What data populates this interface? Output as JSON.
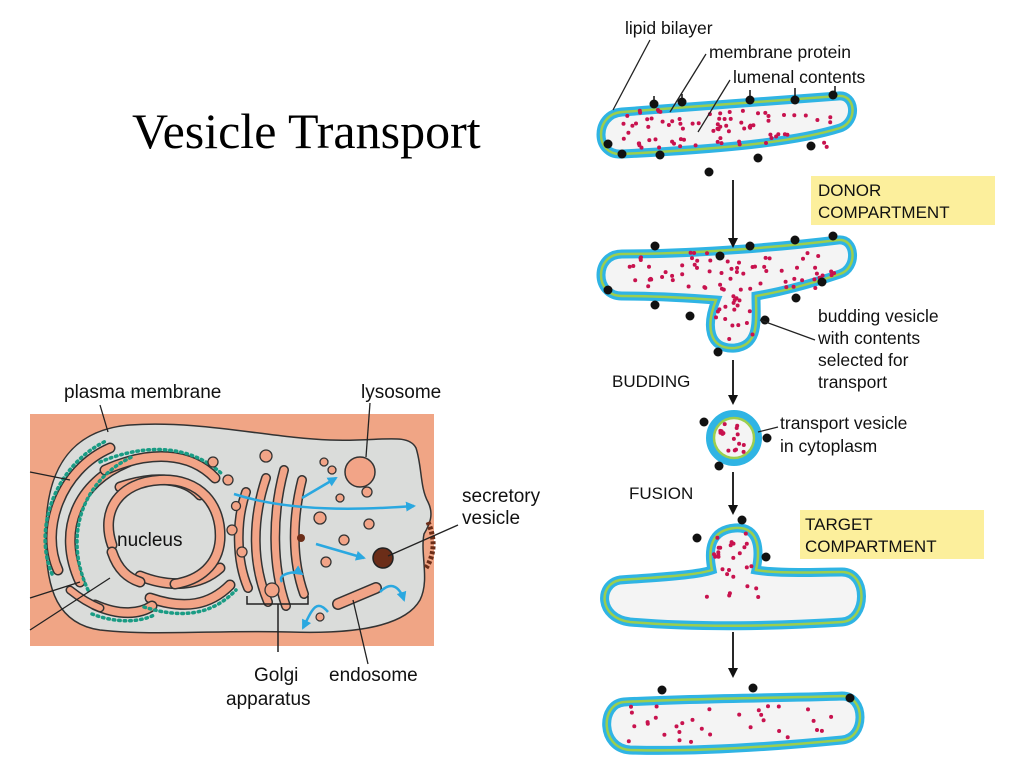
{
  "slide": {
    "title": "Vesicle Transport"
  },
  "cell_diagram": {
    "labels": {
      "plasma_membrane": "plasma membrane",
      "lysosome": "lysosome",
      "nucleus": "nucleus",
      "secretory_vesicle_1": "secretory",
      "secretory_vesicle_2": "vesicle",
      "golgi_1": "Golgi",
      "golgi_2": "apparatus",
      "endosome": "endosome"
    }
  },
  "vesicle_diagram": {
    "labels": {
      "lipid_bilayer": "lipid bilayer",
      "membrane_protein": "membrane protein",
      "lumenal_contents": "lumenal contents",
      "donor_compartment_1": "DONOR",
      "donor_compartment_2": "COMPARTMENT",
      "budding_vesicle_1": "budding vesicle",
      "budding_vesicle_2": "with contents",
      "budding_vesicle_3": "selected for",
      "budding_vesicle_4": "transport",
      "budding_step": "BUDDING",
      "transport_vesicle_1": "transport vesicle",
      "transport_vesicle_2": "in cytoplasm",
      "fusion_step": "FUSION",
      "target_compartment_1": "TARGET",
      "target_compartment_2": "COMPARTMENT"
    }
  },
  "colors": {
    "cell_background": "#f0a585",
    "cytoplasm": "#dadcda",
    "organelle": "#f2a487",
    "membrane_blue": "#2fb4e4",
    "membrane_green": "#9cce4e",
    "cargo": "#c8124e",
    "arrow_blue": "#2aa8e0",
    "highlight": "#fcef9c"
  }
}
